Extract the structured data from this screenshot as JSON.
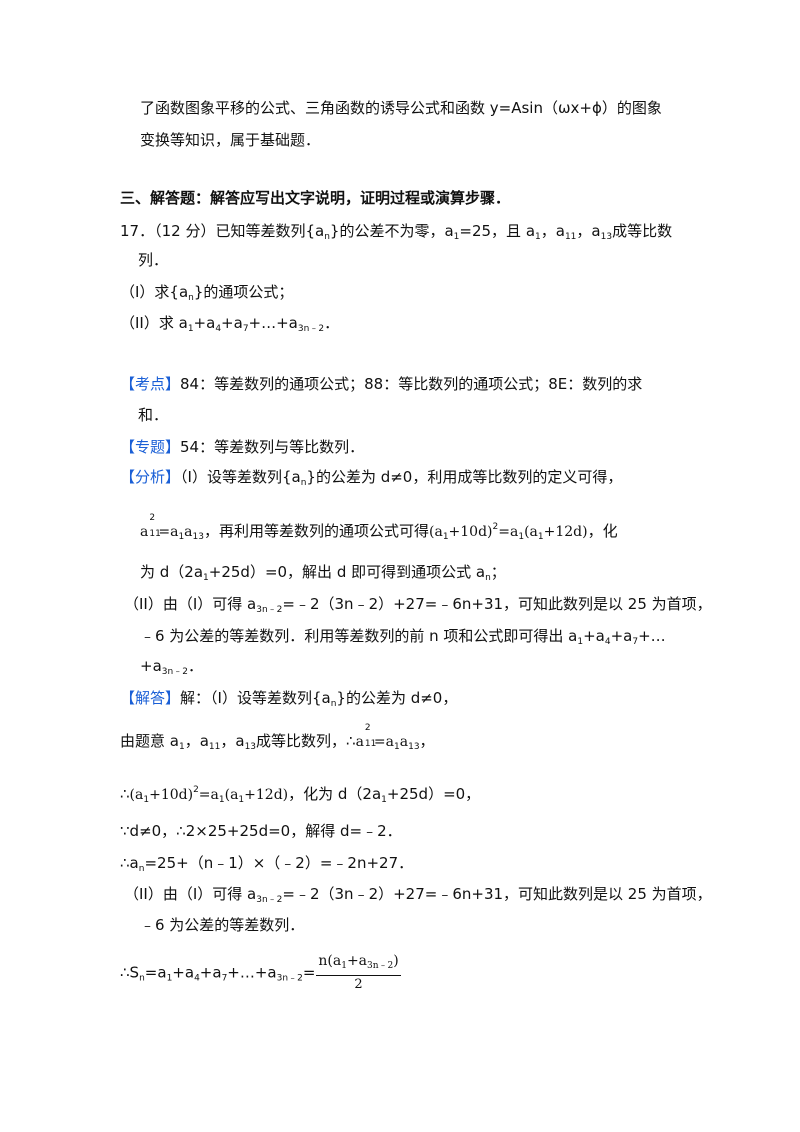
{
  "intro": {
    "line1": "了函数图象平移的公式、三角函数的诱导公式和函数 y=Asin（ωx+ϕ）的图象",
    "line2": "变换等知识，属于基础题．"
  },
  "section": {
    "heading": "三、解答题：解答应写出文字说明，证明过程或演算步骤．"
  },
  "problem": {
    "line1_a": "17．（12 分）已知等差数列{a",
    "line1_b": "}的公差不为零，a",
    "line1_c": "=25，且 a",
    "line1_d": "，a",
    "line1_e": "，a",
    "line1_f": "成等比数",
    "line2": "列．",
    "part1_a": "（I）求{a",
    "part1_b": "}的通项公式；",
    "part2_a": "（II）求 a",
    "part2_b": "+a",
    "part2_c": "+a",
    "part2_d": "+…+a",
    "part2_e": "．",
    "sub_n": "n",
    "sub_1": "1",
    "sub_4": "4",
    "sub_7": "7",
    "sub_11": "11",
    "sub_13": "13",
    "sub_3n2": "3n﹣2"
  },
  "kaodian": {
    "tag": "【考点】",
    "text": "84：等差数列的通项公式；88：等比数列的通项公式；8E：数列的求",
    "text2": "和．"
  },
  "zhuanti": {
    "tag": "【专题】",
    "text": "54：等差数列与等比数列．"
  },
  "fenxi": {
    "tag": "【分析】",
    "l1_a": "（I）设等差数列{a",
    "l1_b": "}的公差为 d≠0，利用成等比数列的定义可得，",
    "l2_a": "=a",
    "l2_b": "a",
    "l2_c": "，再利用等差数列的通项公式可得",
    "l2_d": "(a",
    "l2_e": "+10d)",
    "l2_f": "=a",
    "l2_g": "(a",
    "l2_h": "+12d)",
    "l2_i": "，化",
    "l3_a": "为 d（2a",
    "l3_b": "+25d）=0，解出 d 即可得到通项公式 a",
    "l3_c": "；",
    "l4_a": "（II）由（I）可得 a",
    "l4_b": "=﹣2（3n﹣2）+27=﹣6n+31，可知此数列是以 25 为首项，",
    "l5": "﹣6 为公差的等差数列．利用等差数列的前 n 项和公式即可得出 a",
    "l5_b": "+a",
    "l5_c": "+a",
    "l5_d": "+…",
    "l6_a": "+a",
    "l6_b": "．",
    "sq": "2",
    "a": "a"
  },
  "jieda": {
    "tag": "【解答】",
    "l1_a": "解：（I）设等差数列{a",
    "l1_b": "}的公差为 d≠0，",
    "l2_a": "由题意 a",
    "l2_b": "，a",
    "l2_c": "，a",
    "l2_d": "成等比数列，∴",
    "l2_e": "=a",
    "l2_f": "a",
    "l2_g": "，",
    "l3_a": "∴",
    "l3_b": "(a",
    "l3_c": "+10d)",
    "l3_d": "=a",
    "l3_e": "(a",
    "l3_f": "+12d)",
    "l3_g": "，化为 d（2a",
    "l3_h": "+25d）=0，",
    "l4": "∵d≠0，∴2×25+25d=0，解得 d=﹣2．",
    "l5_a": "∴a",
    "l5_b": "=25+（n﹣1）×（﹣2）=﹣2n+27．",
    "l6_a": "（II）由（I）可得 a",
    "l6_b": "=﹣2（3n﹣2）+27=﹣6n+31，可知此数列是以 25 为首项，",
    "l7": "﹣6 为公差的等差数列．",
    "l8_a": "∴S",
    "l8_b": "=a",
    "l8_c": "+a",
    "l8_d": "+a",
    "l8_e": "+…+a",
    "l8_f": "=",
    "frac_num_a": "n(a",
    "frac_num_b": "+a",
    "frac_num_c": ")",
    "frac_den": "2"
  }
}
